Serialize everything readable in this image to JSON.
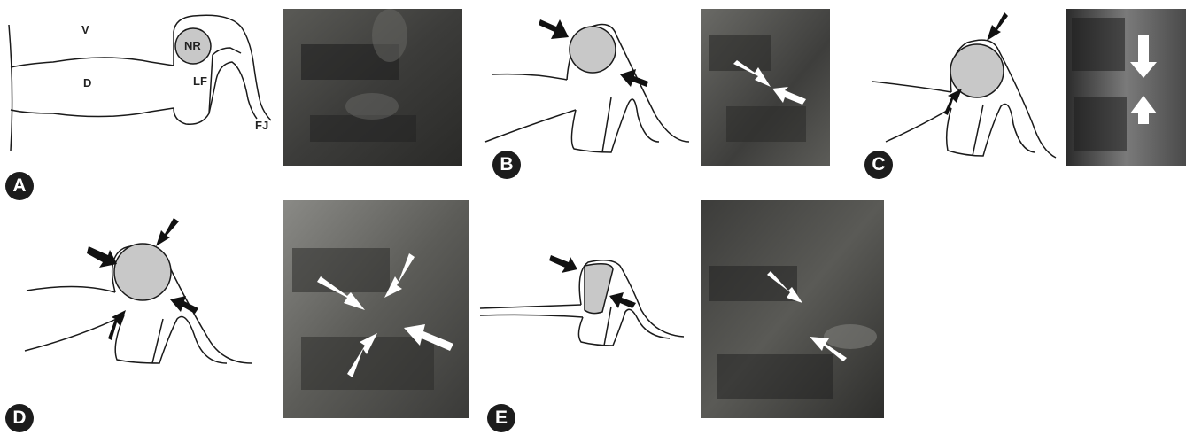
{
  "figure": {
    "panels": [
      {
        "id": "A",
        "letter": "A",
        "anatomy_labels": {
          "vertebra": "V",
          "disc": "D",
          "nerve_root": "NR",
          "ligamentum_flavum": "LF",
          "facet_joint": "FJ"
        }
      },
      {
        "id": "B",
        "letter": "B"
      },
      {
        "id": "C",
        "letter": "C"
      },
      {
        "id": "D",
        "letter": "D"
      },
      {
        "id": "E",
        "letter": "E"
      }
    ],
    "colors": {
      "nerve_root_fill": "#c8c8c8",
      "outline": "#1a1a1a",
      "label_badge": "#1c1c1c",
      "mri_arrow": "#ffffff",
      "diagram_arrow": "#111111"
    },
    "icons": {
      "arrow": "arrow-icon"
    }
  }
}
